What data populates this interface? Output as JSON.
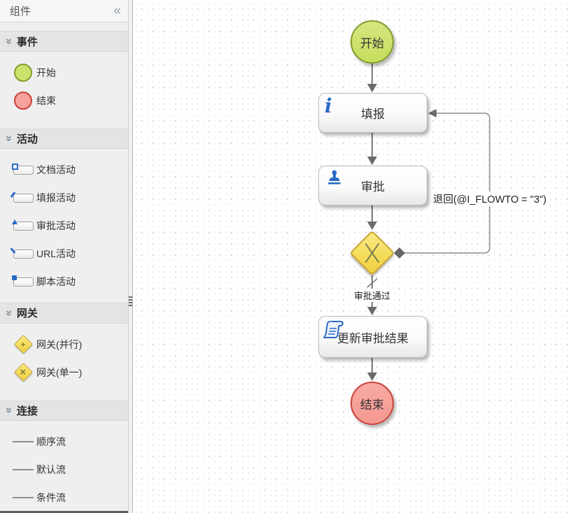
{
  "sidebar": {
    "title": "组件",
    "collapse_glyph": "«",
    "chevron_glyph": "«",
    "sections": [
      {
        "label": "事件",
        "items": [
          {
            "label": "开始"
          },
          {
            "label": "结束"
          }
        ]
      },
      {
        "label": "活动",
        "items": [
          {
            "label": "文档活动"
          },
          {
            "label": "填报活动"
          },
          {
            "label": "审批活动"
          },
          {
            "label": "URL活动"
          },
          {
            "label": "脚本活动"
          }
        ]
      },
      {
        "label": "网关",
        "items": [
          {
            "label": "网关(并行)",
            "glyph": "+"
          },
          {
            "label": "网关(单一)",
            "glyph": "✕"
          }
        ]
      },
      {
        "label": "连接",
        "items": [
          {
            "label": "顺序流"
          },
          {
            "label": "默认流"
          },
          {
            "label": "条件流"
          }
        ]
      }
    ]
  },
  "canvas": {
    "nodes": {
      "start": {
        "label": "开始",
        "type": "start-event"
      },
      "fill": {
        "label": "填报",
        "type": "fill-activity",
        "icon_glyph": "i"
      },
      "approve": {
        "label": "审批",
        "type": "approve-activity"
      },
      "gateway": {
        "type": "exclusive-gateway"
      },
      "update": {
        "label": "更新审批结果",
        "type": "script-activity"
      },
      "end": {
        "label": "结束",
        "type": "end-event"
      }
    },
    "edge_labels": {
      "approved": "审批通过",
      "return": "退回(@I_FLOWTO = \"3\")"
    }
  },
  "colors": {
    "start_fill": "#cde26d",
    "start_border": "#7f9d2c",
    "end_fill": "#f7a29c",
    "end_border": "#c9413a",
    "gateway_fill": "#f5d94e",
    "gateway_border": "#c8a22b",
    "icon_blue": "#2b6bc4",
    "line_gray": "#7a7a7a",
    "sidebar_bg": "#efefef",
    "section_header_bg": "#e4e4e4"
  }
}
